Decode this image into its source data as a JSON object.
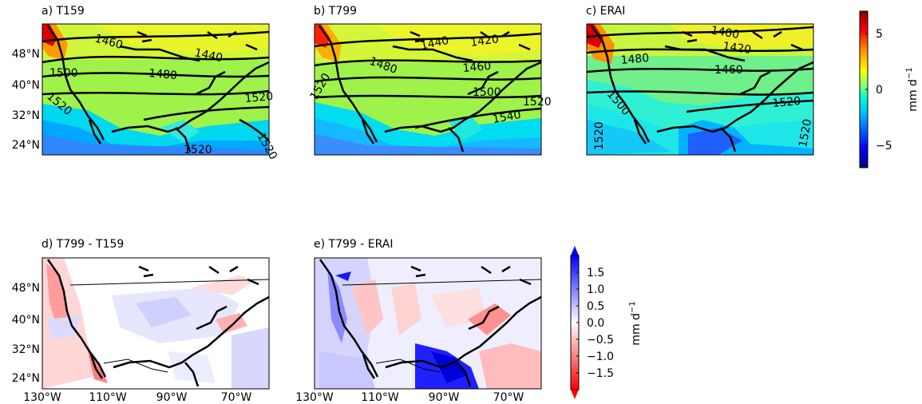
{
  "chart_data": [
    {
      "type": "heatmap",
      "panel": "a",
      "title": "a) T159",
      "field": "precipitation",
      "contours": [
        1460,
        1440,
        1480,
        1500,
        1520,
        1520,
        1520,
        1520
      ],
      "ylabel_ticks": [
        "48°N",
        "40°N",
        "32°N",
        "24°N"
      ],
      "colorbar": "shared_top"
    },
    {
      "type": "heatmap",
      "panel": "b",
      "title": "b) T799",
      "field": "precipitation",
      "contours": [
        1440,
        1420,
        1480,
        1460,
        1500,
        1520,
        1540,
        1520
      ],
      "colorbar": "shared_top"
    },
    {
      "type": "heatmap",
      "panel": "c",
      "title": "c) ERAI",
      "field": "precipitation",
      "contours": [
        1400,
        1420,
        1480,
        1460,
        1500,
        1520,
        1520,
        1520
      ],
      "colorbar": "shared_top"
    },
    {
      "type": "heatmap",
      "panel": "d",
      "title": "d) T799 - T159",
      "field": "precipitation_difference",
      "ylabel_ticks": [
        "48°N",
        "40°N",
        "32°N",
        "24°N"
      ],
      "xlabel_ticks": [
        "130°W",
        "110°W",
        "90°W",
        "70°W"
      ],
      "colorbar": "shared_bottom"
    },
    {
      "type": "heatmap",
      "panel": "e",
      "title": "e) T799 - ERAI",
      "field": "precipitation_difference",
      "xlabel_ticks": [
        "130°W",
        "110°W",
        "90°W",
        "70°W"
      ],
      "colorbar": "shared_bottom"
    }
  ],
  "colorbar_top": {
    "label": "mm d",
    "label_exp": "−1",
    "ticks": [
      {
        "value": 5,
        "label": "5"
      },
      {
        "value": 0,
        "label": "0"
      },
      {
        "value": -5,
        "label": "−5"
      }
    ],
    "range": [
      -7,
      7
    ]
  },
  "colorbar_bottom": {
    "label": "mm d",
    "label_exp": "−1",
    "ticks": [
      {
        "value": 1.5,
        "label": "1.5"
      },
      {
        "value": 1.0,
        "label": "1.0"
      },
      {
        "value": 0.5,
        "label": "0.5"
      },
      {
        "value": 0.0,
        "label": "0.0"
      },
      {
        "value": -0.5,
        "label": "−0.5"
      },
      {
        "value": -1.0,
        "label": "−1.0"
      },
      {
        "value": -1.5,
        "label": "−1.5"
      }
    ],
    "range": [
      -2,
      2
    ]
  },
  "colors": {
    "jet_stops": [
      "#00007f",
      "#0000ff",
      "#007fff",
      "#00ffff",
      "#7fff7f",
      "#ffff00",
      "#ff7f00",
      "#ff0000",
      "#7f0000"
    ],
    "diff_stops": [
      "#ff0000",
      "#ffffff",
      "#0000ff"
    ]
  }
}
